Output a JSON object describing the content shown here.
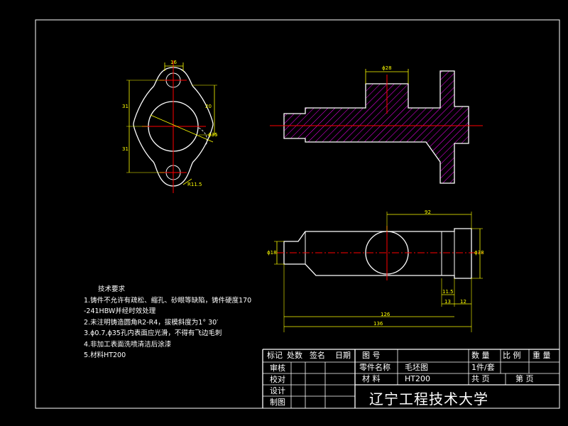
{
  "notes": {
    "title": "技术要求",
    "items": [
      "1.铸件不允许有疏松、缩孔、砂眼等缺陷，铸件硬度170",
      "-241HBW并经时效处理",
      "2.未注明铸造圆角R2-R4，拔模斜度为1° 30′",
      "3.ϕ0.7,ϕ35孔内表面应光滑，不得有飞边毛刺",
      "4.非加工表面洗喷清洁后涂漆",
      "5.材料HT200"
    ]
  },
  "title_block": {
    "header_marks": "标记",
    "header_place": "处数",
    "header_sign": "签名",
    "header_date": "日期",
    "review": "审核",
    "check": "校对",
    "design": "设计",
    "draw": "制图",
    "drawing_no_label": "图    号",
    "part_name_label": "零件名称",
    "part_name": "毛坯图",
    "material_label": "材    料",
    "material": "HT200",
    "qty_label": "数  量",
    "scale_label": "比  例",
    "weight_label": "重  量",
    "qty_value": "1件/套",
    "total_pages": "共    页",
    "page_no": "第    页",
    "school": "辽宁工程技术大学"
  },
  "dimensions": {
    "top_left_width": "16",
    "left_upper": "31",
    "left_lower": "31",
    "right_height": "20",
    "hole_dia": "ϕ35",
    "radius": "R11.5",
    "boss_dia": "ϕ28",
    "overall_92": "92",
    "overall_126": "126",
    "overall_136": "136",
    "left_dia": "ϕ18",
    "right_dia": "ϕ38",
    "seg_11_5": "11.5",
    "seg_13": "13",
    "seg_12": "12"
  },
  "colors": {
    "background": "#000000",
    "outline": "#ffffff",
    "dimension": "#ffff00",
    "centerline": "#ff0000",
    "hatch": "#ff00ff"
  }
}
